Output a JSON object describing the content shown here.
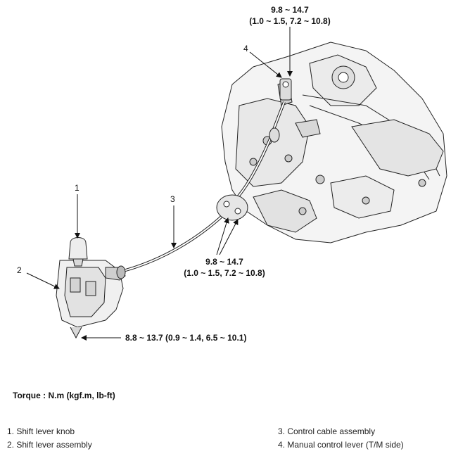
{
  "callouts": [
    "1",
    "2",
    "3",
    "4"
  ],
  "specs": {
    "top": {
      "line1": "9.8 ~ 14.7",
      "line2": "(1.0 ~ 1.5, 7.2 ~ 10.8)"
    },
    "middle": {
      "line1": "9.8 ~ 14.7",
      "line2": "(1.0 ~ 1.5, 7.2 ~ 10.8)"
    },
    "bottom": "8.8 ~ 13.7 (0.9 ~ 1.4, 6.5 ~ 10.1)"
  },
  "torque_note": "Torque : N.m (kgf.m, lb-ft)",
  "legend": [
    "1. Shift lever knob",
    "2. Shift lever assembly",
    "3. Control cable assembly",
    "4. Manual control lever (T/M side)"
  ]
}
